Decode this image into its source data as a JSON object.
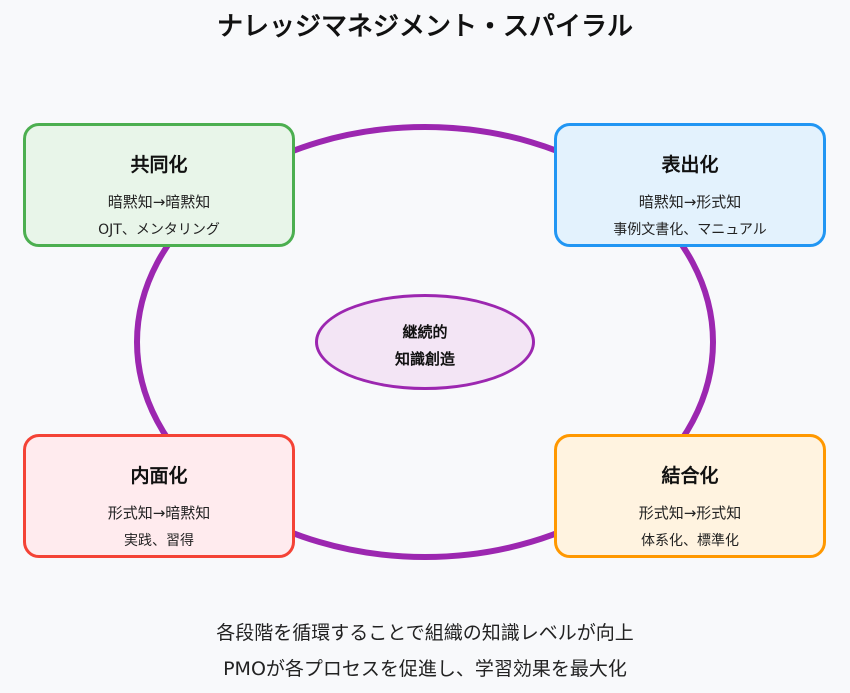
{
  "title": "ナレッジマネジメント・スパイラル",
  "colors": {
    "ring": "#9c27b0",
    "green": "#4caf50",
    "blue": "#2196f3",
    "red": "#f44336",
    "orange": "#ff9800"
  },
  "quadrants": {
    "socialization": {
      "title": "共同化",
      "conversion": "暗黙知→暗黙知",
      "examples": "OJT、メンタリング"
    },
    "externalization": {
      "title": "表出化",
      "conversion": "暗黙知→形式知",
      "examples": "事例文書化、マニュアル"
    },
    "internalization": {
      "title": "内面化",
      "conversion": "形式知→暗黙知",
      "examples": "実践、習得"
    },
    "combination": {
      "title": "結合化",
      "conversion": "形式知→形式知",
      "examples": "体系化、標準化"
    }
  },
  "center": {
    "line1": "継続的",
    "line2": "知識創造"
  },
  "footer": {
    "line1": "各段階を循環することで組織の知識レベルが向上",
    "line2": "PMOが各プロセスを促進し、学習効果を最大化"
  }
}
